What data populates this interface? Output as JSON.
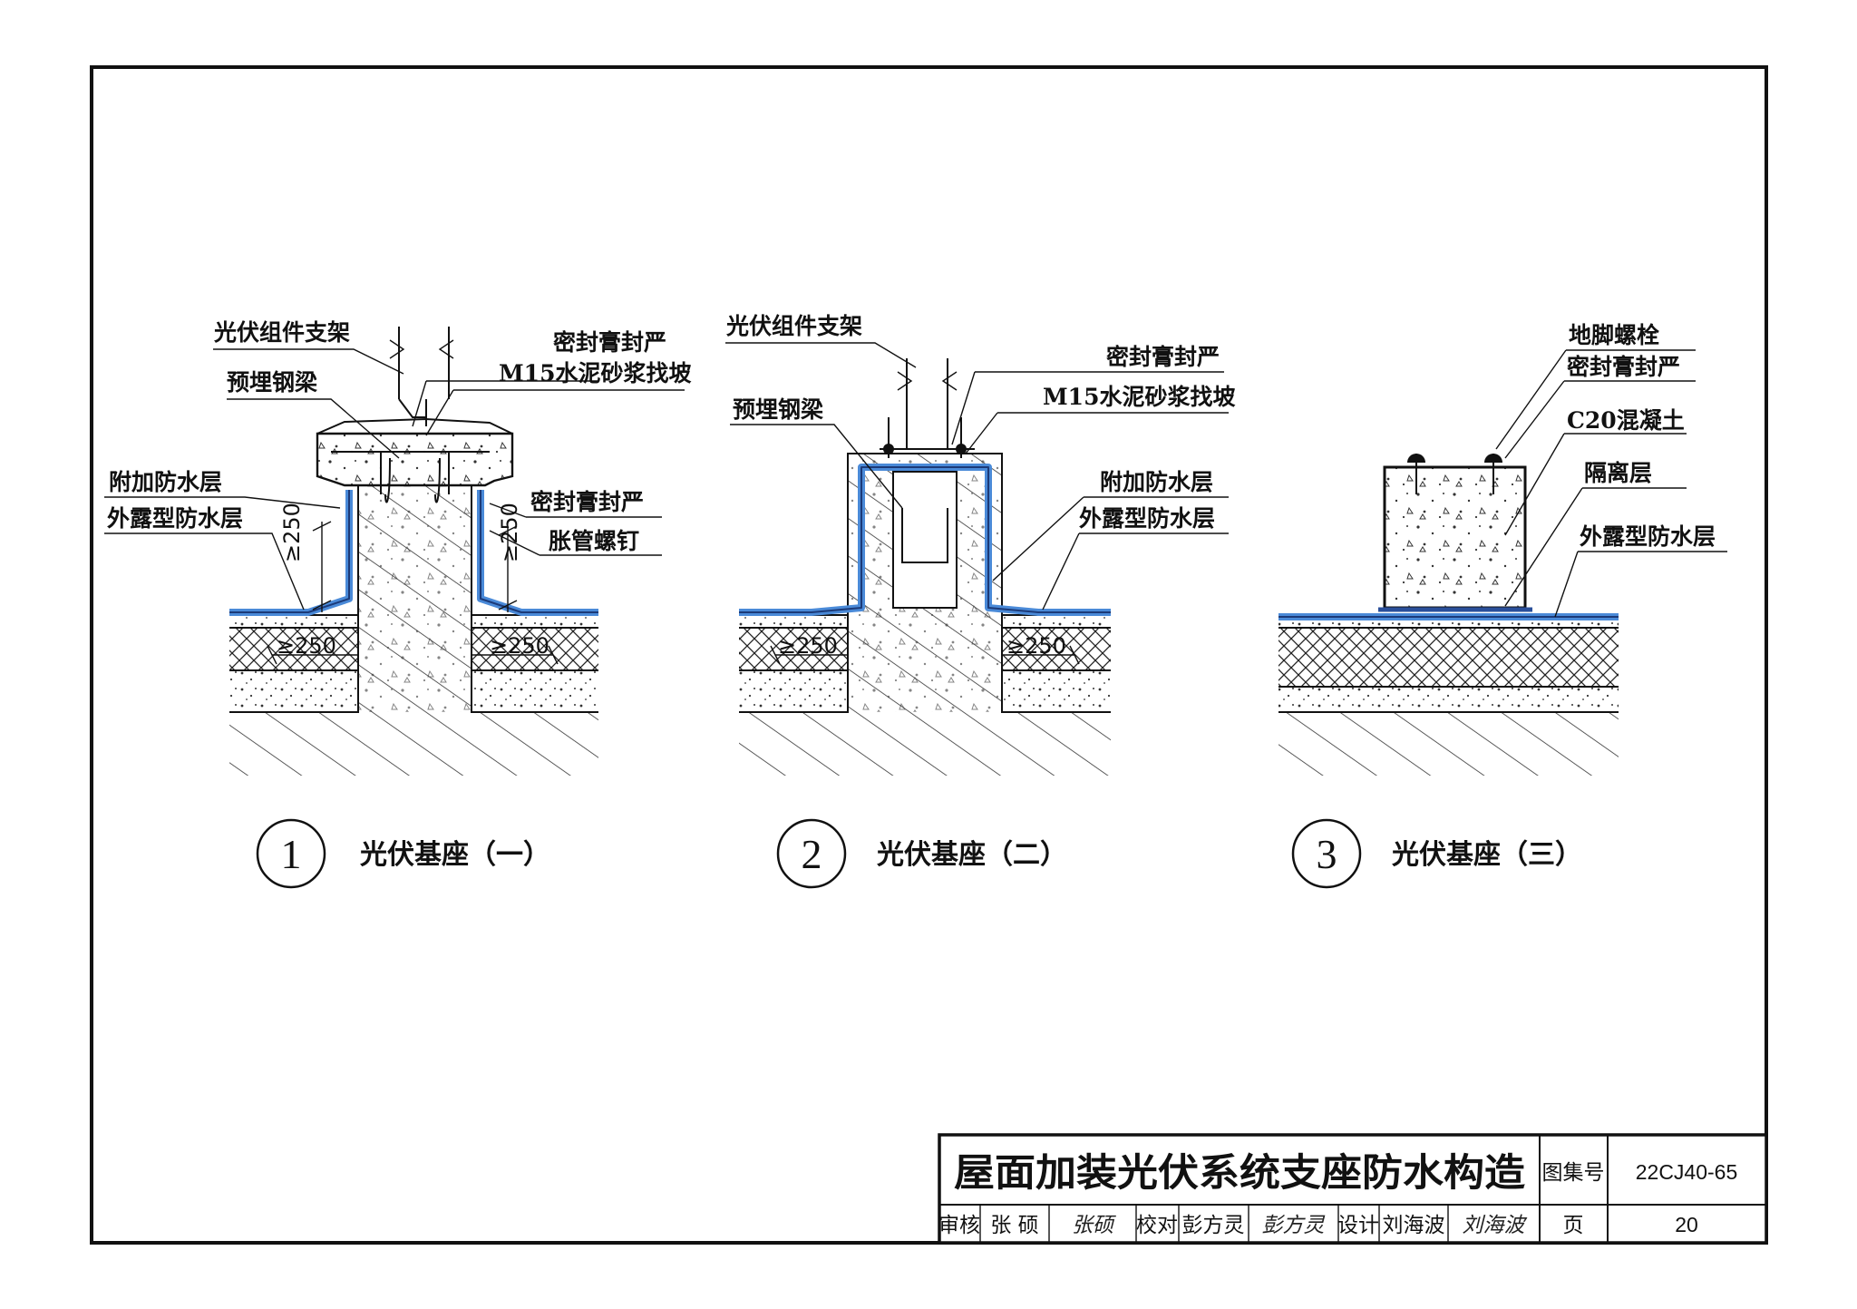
{
  "details": [
    {
      "number": "1",
      "title": "光伏基座（一）",
      "labels": {
        "bracket": "光伏组件支架",
        "beam": "预埋钢梁",
        "sealant_top": "密封膏封严",
        "mortar": "M15水泥砂浆找坡",
        "additional_layer": "附加防水层",
        "exposed_layer": "外露型防水层",
        "sealant_side": "密封膏封严",
        "bolt": "胀管螺钉"
      },
      "dims": {
        "height": "≥250",
        "width_left": "≥250",
        "width_right": "≥250"
      }
    },
    {
      "number": "2",
      "title": "光伏基座（二）",
      "labels": {
        "bracket": "光伏组件支架",
        "sealant_top": "密封膏封严",
        "mortar": "M15水泥砂浆找坡",
        "beam": "预埋钢梁",
        "additional_layer": "附加防水层",
        "exposed_layer": "外露型防水层"
      },
      "dims": {
        "width_left": "≥250",
        "width_right": "≥250"
      }
    },
    {
      "number": "3",
      "title": "光伏基座（三）",
      "labels": {
        "anchor_bolt": "地脚螺栓",
        "sealant_top": "密封膏封严",
        "concrete": "C20混凝土",
        "isolation": "隔离层",
        "exposed_layer": "外露型防水层"
      }
    }
  ],
  "title_block": {
    "main_title": "屋面加装光伏系统支座防水构造",
    "atlas_label": "图集号",
    "atlas_no": "22CJ40-65",
    "review_label": "审核",
    "reviewer": "张 硕",
    "check_label": "校对",
    "checker": "彭方灵",
    "design_label": "设计",
    "designer": "刘海波",
    "page_label": "页",
    "page_no": "20"
  },
  "colors": {
    "waterproof": "#4a8ad8",
    "line": "#111111"
  }
}
